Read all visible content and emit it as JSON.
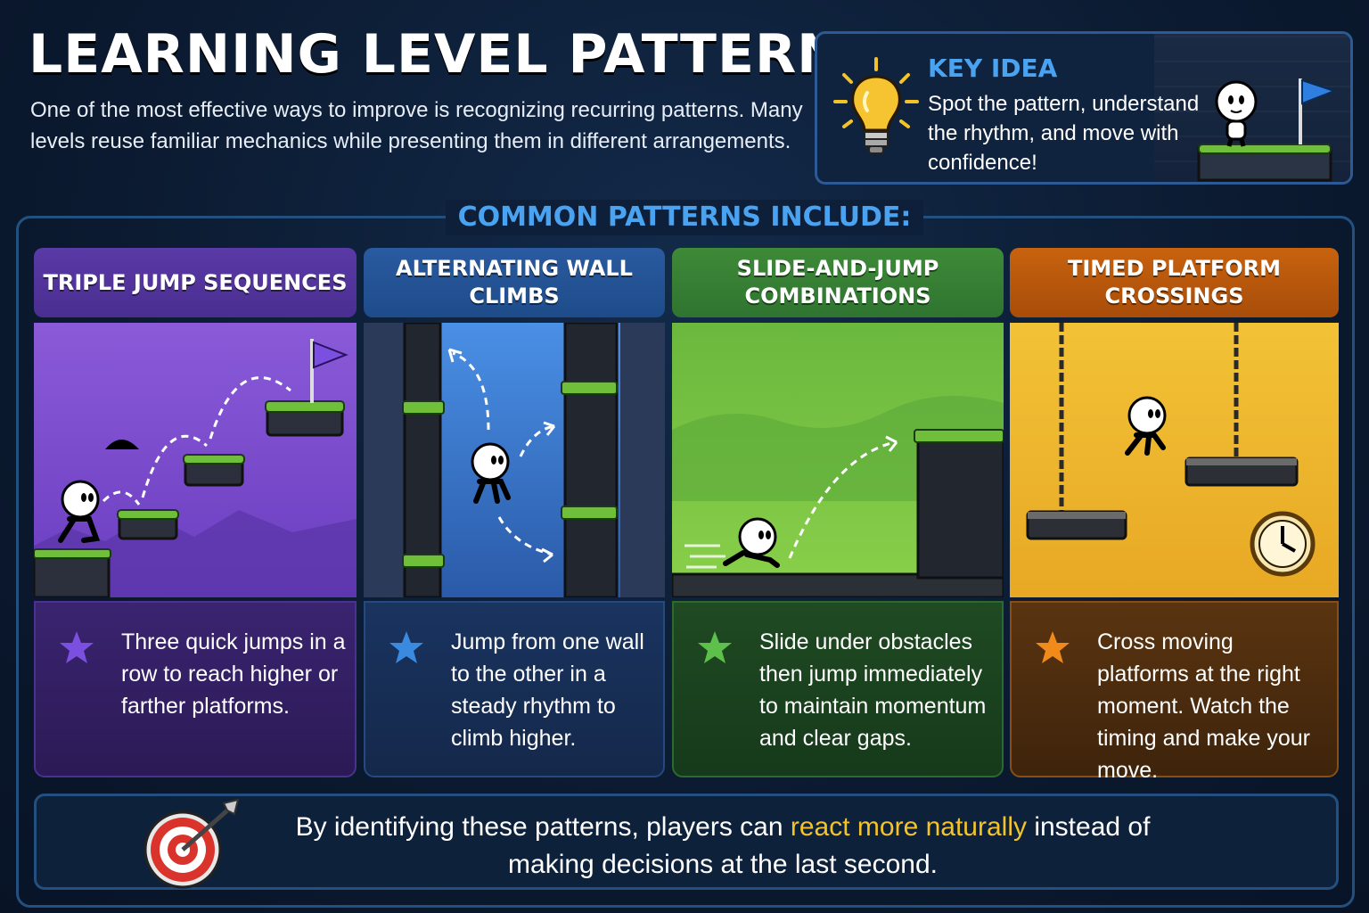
{
  "title": "LEARNING LEVEL PATTERNS",
  "intro": "One of the most effective ways to improve is recognizing recurring patterns. Many levels reuse familiar mechanics while presenting them in different arrangements.",
  "key_idea": {
    "title": "KEY IDEA",
    "text": "Spot the pattern, understand the rhythm, and move with confidence!"
  },
  "common_title": "COMMON PATTERNS INCLUDE:",
  "cards": [
    {
      "title": "TRIPLE JUMP SEQUENCES",
      "desc": "Three quick jumps in a row to reach higher or farther platforms.",
      "color": "#7b4fe0"
    },
    {
      "title": "ALTERNATING WALL CLIMBS",
      "desc": "Jump from one wall to the other in a steady rhythm to climb higher.",
      "color": "#3a8ae0"
    },
    {
      "title": "SLIDE-AND-JUMP COMBINATIONS",
      "desc": "Slide under obstacles then jump immediately to maintain momentum and clear gaps.",
      "color": "#5cc04a"
    },
    {
      "title": "TIMED PLATFORM CROSSINGS",
      "desc": "Cross moving platforms at the right moment. Watch the timing and make your move.",
      "color": "#f08a1a"
    }
  ],
  "bottom": {
    "before": "By identifying these patterns, players can ",
    "highlight": "react more naturally",
    "after": " instead of making decisions at the last second."
  },
  "colors": {
    "accent_blue": "#4aa3f0",
    "highlight_yellow": "#f3c328"
  }
}
